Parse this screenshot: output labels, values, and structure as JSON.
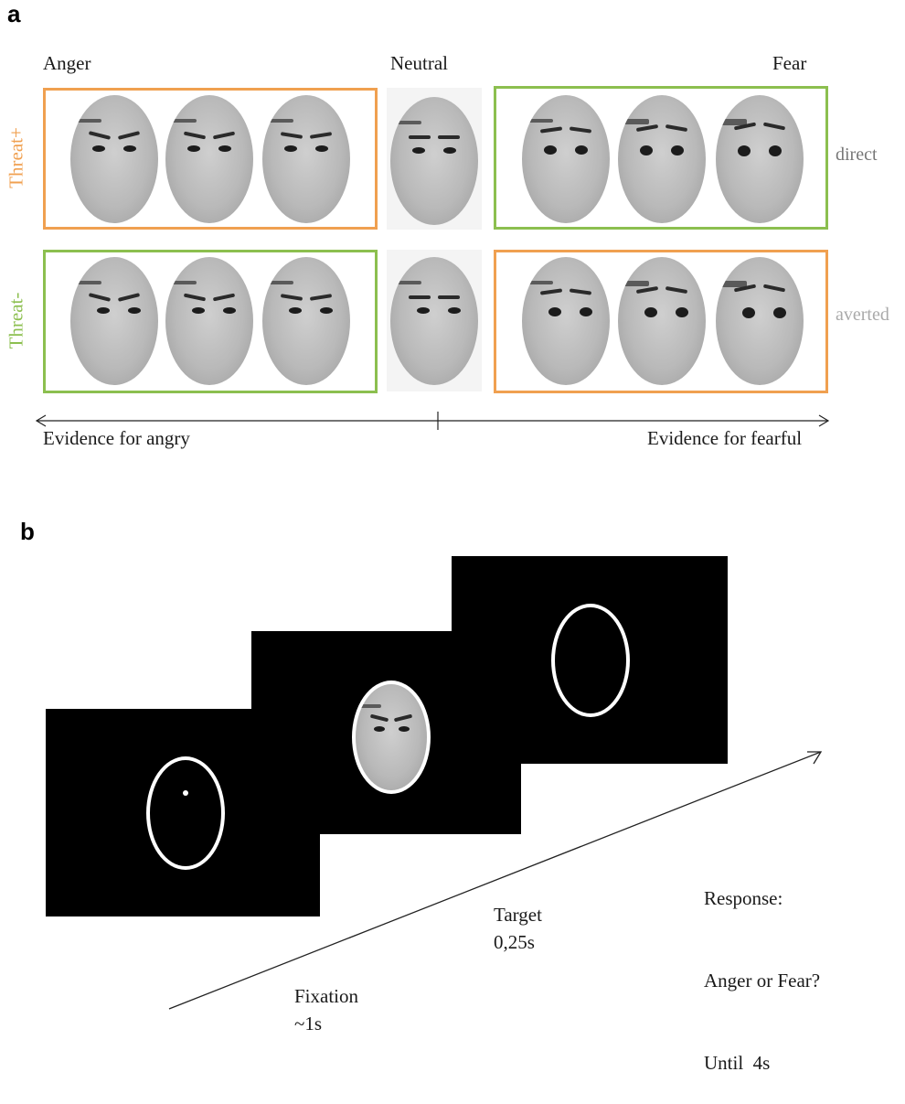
{
  "panel_a": {
    "letter": "a",
    "columns": {
      "left": "Anger",
      "center": "Neutral",
      "right": "Fear"
    },
    "rows": [
      {
        "threat_label": "Threat+",
        "gaze_label": "direct"
      },
      {
        "threat_label": "Threat-",
        "gaze_label": "averted"
      }
    ],
    "axis": {
      "left": "Evidence for angry",
      "right": "Evidence for fearful"
    },
    "colors": {
      "threat_plus": "#f0a050",
      "threat_minus": "#8cbf4f",
      "direct": "#777777",
      "averted": "#aaaaaa"
    }
  },
  "panel_b": {
    "letter": "b",
    "steps": [
      {
        "name": "Fixation",
        "duration": "~1s"
      },
      {
        "name": "Target",
        "duration": "0,25s"
      },
      {
        "name": "Response:",
        "question": "Anger or Fear?",
        "duration": "Until  4s"
      }
    ]
  }
}
